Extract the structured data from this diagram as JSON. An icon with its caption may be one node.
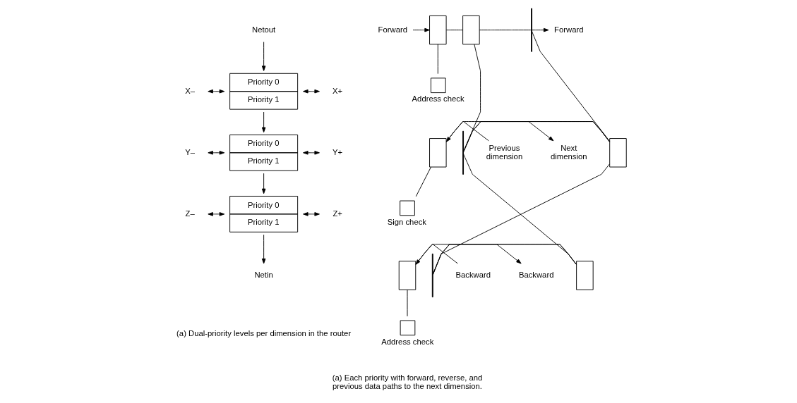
{
  "diagram": {
    "nodes": [
      {
        "text": [
          "Netout"
        ]
      },
      {
        "text": [
          "X–"
        ]
      },
      {
        "text": [
          "Priority 0",
          "Priority 1"
        ]
      },
      {
        "text": [
          "X+"
        ]
      },
      {
        "text": [
          "Y–"
        ]
      },
      {
        "text": [
          "Priority 0",
          "Priority 1"
        ]
      },
      {
        "text": [
          "Y+"
        ]
      },
      {
        "text": [
          "Z–"
        ]
      },
      {
        "text": [
          "Priority 0",
          "Priority 1"
        ]
      },
      {
        "text": [
          "Z+"
        ]
      },
      {
        "text": [
          "Netin"
        ]
      },
      {
        "text": [
          "Forward"
        ]
      },
      {
        "text": [],
        "shape": "box"
      },
      {
        "text": [],
        "shape": "box"
      },
      {
        "text": [],
        "shape": "box",
        "beside": [
          "Address check"
        ]
      },
      {
        "text": [
          "Previous dimension"
        ]
      },
      {
        "text": [],
        "shape": "box"
      },
      {
        "text": [],
        "shape": "box"
      },
      {
        "text": [],
        "shape": "box",
        "beside": [
          "Sign check"
        ]
      },
      {
        "text": [
          "Backward"
        ]
      },
      {
        "text": [],
        "shape": "box"
      },
      {
        "text": [],
        "shape": "box"
      },
      {
        "text": [],
        "shape": "box",
        "beside": [
          "Address check"
        ]
      },
      {
        "text": [],
        "shape": "bar"
      },
      {
        "text": [],
        "shape": "bar"
      },
      {
        "text": [],
        "shape": "bar"
      },
      {
        "text": [
          "Forward"
        ]
      },
      {
        "text": [
          "Next dimension"
        ]
      },
      {
        "text": [
          "Backward"
        ]
      }
    ],
    "edges": [
      {
        "from": 0,
        "to": 2,
        "arrow": "to"
      },
      {
        "from": 1,
        "to": 2,
        "arrow": "both"
      },
      {
        "from": 2,
        "to": 3,
        "arrow": "both"
      },
      {
        "from": 2,
        "to": 5,
        "arrow": "to"
      },
      {
        "from": 4,
        "to": 5,
        "arrow": "both"
      },
      {
        "from": 5,
        "to": 6,
        "arrow": "both"
      },
      {
        "from": 5,
        "to": 8,
        "arrow": "to"
      },
      {
        "from": 7,
        "to": 8,
        "arrow": "both"
      },
      {
        "from": 8,
        "to": 9,
        "arrow": "both"
      },
      {
        "from": 8,
        "to": 10,
        "arrow": "to"
      },
      {
        "from": 11,
        "to": 12,
        "arrow": "to"
      },
      {
        "from": 12,
        "to": 13,
        "arrow": "none"
      },
      {
        "from": 12,
        "to": 14,
        "arrow": "none"
      },
      {
        "from": 15,
        "to": 16,
        "arrow": "to"
      },
      {
        "from": 16,
        "to": 17,
        "arrow": "none"
      },
      {
        "from": 16,
        "to": 18,
        "arrow": "none"
      },
      {
        "from": 19,
        "to": 20,
        "arrow": "to"
      },
      {
        "from": 20,
        "to": 21,
        "arrow": "none"
      },
      {
        "from": 20,
        "to": 22,
        "arrow": "none"
      },
      {
        "from": 13,
        "to": 23,
        "arrow": "none"
      },
      {
        "from": 13,
        "to": 24,
        "arrow": "none"
      },
      {
        "from": 17,
        "to": 23,
        "arrow": "none"
      },
      {
        "from": 17,
        "to": 24,
        "arrow": "none"
      },
      {
        "from": 17,
        "to": 25,
        "arrow": "none"
      },
      {
        "from": 21,
        "to": 24,
        "arrow": "none"
      },
      {
        "from": 21,
        "to": 25,
        "arrow": "none"
      },
      {
        "from": 23,
        "to": 26,
        "arrow": "to"
      },
      {
        "from": 24,
        "to": 27,
        "arrow": "to"
      },
      {
        "from": 25,
        "to": 28,
        "arrow": "to"
      }
    ],
    "labels": [
      "(a) Dual-priority levels per dimension in the router",
      "(a) Each priority with forward, reverse, and previous data paths to the next dimension."
    ]
  }
}
